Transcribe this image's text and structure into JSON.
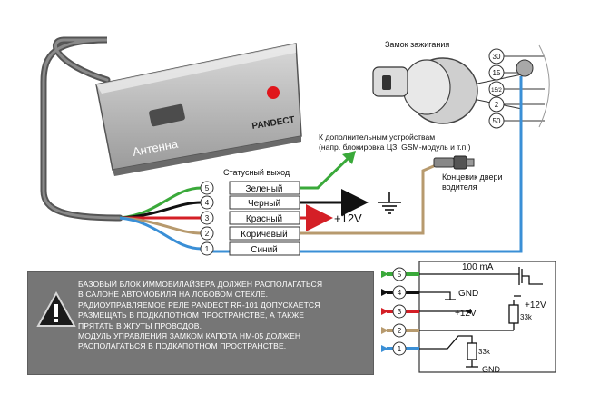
{
  "module": {
    "antenna_label": "Антенна",
    "brand_logo": "PANDECT"
  },
  "ignition": {
    "title": "Замок зажигания",
    "pins": [
      "30",
      "15",
      "15/2",
      "2",
      "50"
    ]
  },
  "status_output": {
    "title": "Статусный выход"
  },
  "wires": [
    {
      "num": "5",
      "label": "Зеленый",
      "color": "#3aa93a"
    },
    {
      "num": "4",
      "label": "Черный",
      "color": "#111111"
    },
    {
      "num": "3",
      "label": "Красный",
      "color": "#d41f26"
    },
    {
      "num": "2",
      "label": "Коричевый",
      "color": "#b79a6e"
    },
    {
      "num": "1",
      "label": "Синий",
      "color": "#3a8fd6"
    }
  ],
  "annotations": {
    "plus12": "+12V",
    "additional_devices_line1": "К дополнительным устройствам",
    "additional_devices_line2": "(напр. блокировка ЦЗ, GSM-модуль и т.п.)",
    "door_switch_line1": "Концевик двери",
    "door_switch_line2": "водителя"
  },
  "warning": {
    "icon": "warning-triangle-icon",
    "lines": [
      "БАЗОВЫЙ БЛОК ИММОБИЛАЙЗЕРА ДОЛЖЕН РАСПОЛАГАТЬСЯ",
      "В САЛОНЕ АВТОМОБИЛЯ НА ЛОБОВОМ СТЕКЛЕ.",
      "РАДИОУПРАВЛЯЕМОЕ РЕЛЕ PANDECT RR-101 ДОПУСКАЕТСЯ",
      "РАЗМЕЩАТЬ В ПОДКАПОТНОМ ПРОСТРАНСТВЕ, А ТАКЖЕ",
      "ПРЯТАТЬ В ЖГУТЫ ПРОВОДОВ.",
      "МОДУЛЬ УПРАВЛЕНИЯ ЗАМКОМ КАПОТА HM-05 ДОЛЖЕН",
      "РАСПОЛАГАТЬСЯ В ПОДКАПОТНОМ ПРОСТРАНСТВЕ."
    ]
  },
  "schematic": {
    "pins": [
      "5",
      "4",
      "3",
      "2",
      "1"
    ],
    "current": "100 mA",
    "gnd": "GND",
    "plus12": "+12V",
    "plus12_right": "+12V",
    "resistor": "33k",
    "resistor_bottom": "33k",
    "gnd_bottom": "GND"
  }
}
